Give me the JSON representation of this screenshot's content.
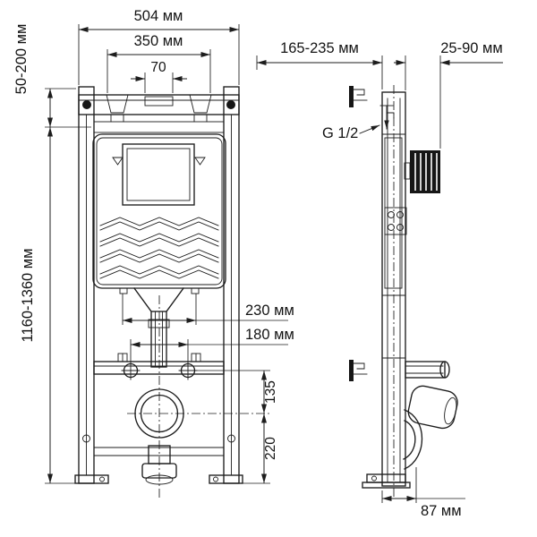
{
  "front_view": {
    "outer_width": "504 мм",
    "inner_width": "350 мм",
    "pipe_width": "70",
    "top_adjust": "50-200 мм",
    "frame_height": "1160-1360 мм",
    "fixing_alt": "230 мм",
    "fixing_std": "180 мм",
    "outlet_offset": "135",
    "outlet_height": "220"
  },
  "side_view": {
    "wall_depth": "165-235 мм",
    "plate_depth": "25-90 мм",
    "thread": "G 1/2",
    "trap_offset": "87 мм"
  }
}
